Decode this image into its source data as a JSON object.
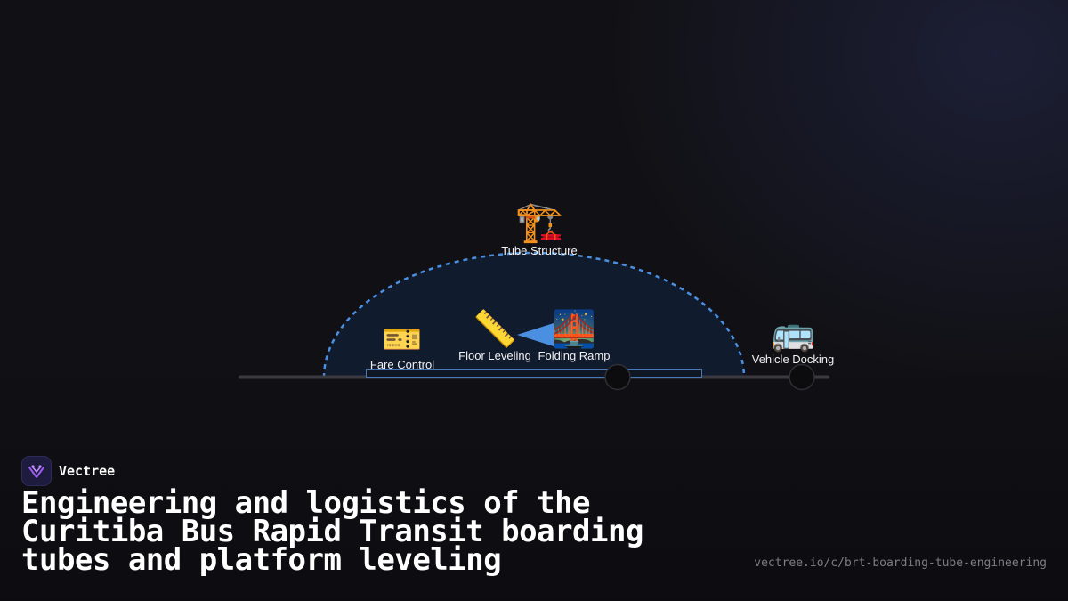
{
  "diagram": {
    "nodes": [
      {
        "id": "tube-structure",
        "emoji": "🏗️",
        "label": "Tube Structure"
      },
      {
        "id": "fare-control",
        "emoji": "🎫",
        "label": "Fare Control"
      },
      {
        "id": "floor-leveling",
        "emoji": "📏",
        "label": "Floor Leveling"
      },
      {
        "id": "folding-ramp",
        "emoji": "🌉",
        "label": "Folding Ramp"
      },
      {
        "id": "vehicle-docking",
        "emoji": "🚌",
        "label": "Vehicle Docking"
      }
    ],
    "colors": {
      "dome_stroke": "#4a8fe0",
      "dome_fill": "#111b2e",
      "ramp_arrow": "#4a8fe0",
      "platform": "#3a3a40",
      "wheel": "#0c0c0f"
    }
  },
  "brand": {
    "name": "Vectree",
    "icon": "vectree-logo-icon"
  },
  "title": "Engineering and logistics of the Curitiba Bus Rapid Transit boarding tubes and platform leveling",
  "url": "vectree.io/c/brt-boarding-tube-engineering"
}
